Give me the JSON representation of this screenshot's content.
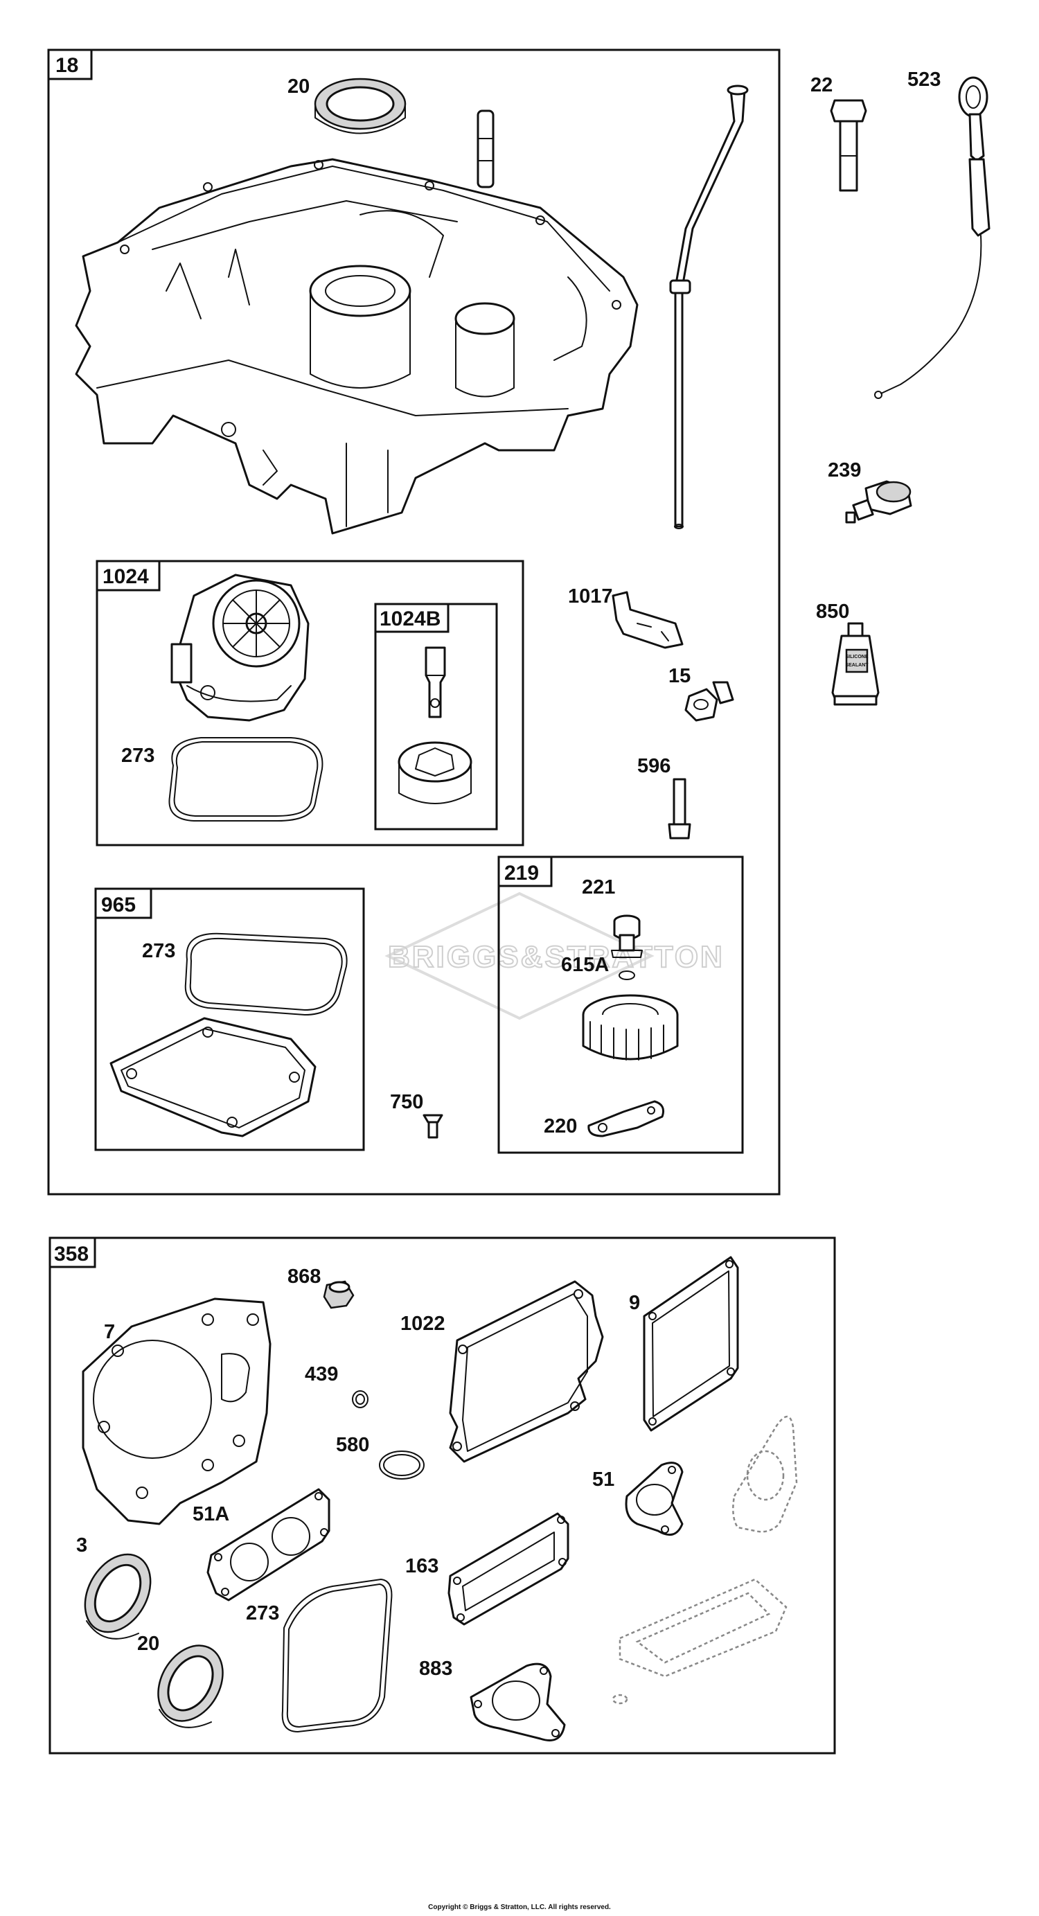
{
  "groups": {
    "g18": "18",
    "g1024": "1024",
    "g1024b": "1024B",
    "g965": "965",
    "g219": "219",
    "g358": "358"
  },
  "labels": {
    "p20": "20",
    "p22": "22",
    "p523": "523",
    "p239": "239",
    "p850": "850",
    "p1017": "1017",
    "p15": "15",
    "p596": "596",
    "p273a": "273",
    "p273b": "273",
    "p750": "750",
    "p221": "221",
    "p615a": "615A",
    "p220": "220",
    "p868": "868",
    "p7": "7",
    "p1022": "1022",
    "p9": "9",
    "p439": "439",
    "p580": "580",
    "p51": "51",
    "p51a": "51A",
    "p3": "3",
    "p163": "163",
    "p273c": "273",
    "p20b": "20",
    "p883": "883"
  },
  "sealant_text": [
    "SILICONE",
    "SEALANT"
  ],
  "watermark": "BRIGGS&STRATTON",
  "copyright": "Copyright © Briggs & Stratton, LLC. All rights reserved."
}
